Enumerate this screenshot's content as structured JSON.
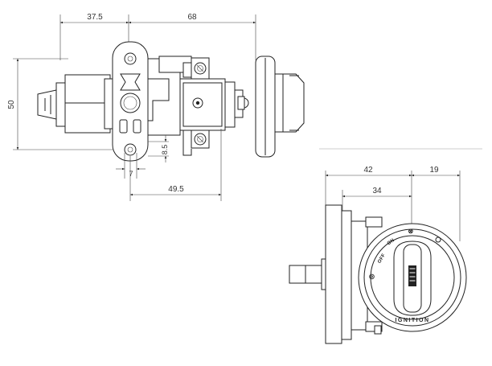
{
  "side_view": {
    "dimensions": {
      "top_left": "37.5",
      "top_right": "68",
      "height": "50",
      "small_v": "8.5",
      "small_h": "7",
      "bottom": "49.5"
    }
  },
  "front_view": {
    "dimensions": {
      "top_left": "42",
      "top_right": "19",
      "inner": "34"
    },
    "knob_label": "IGNITION",
    "position_labels": [
      "OFF",
      "ON"
    ]
  }
}
